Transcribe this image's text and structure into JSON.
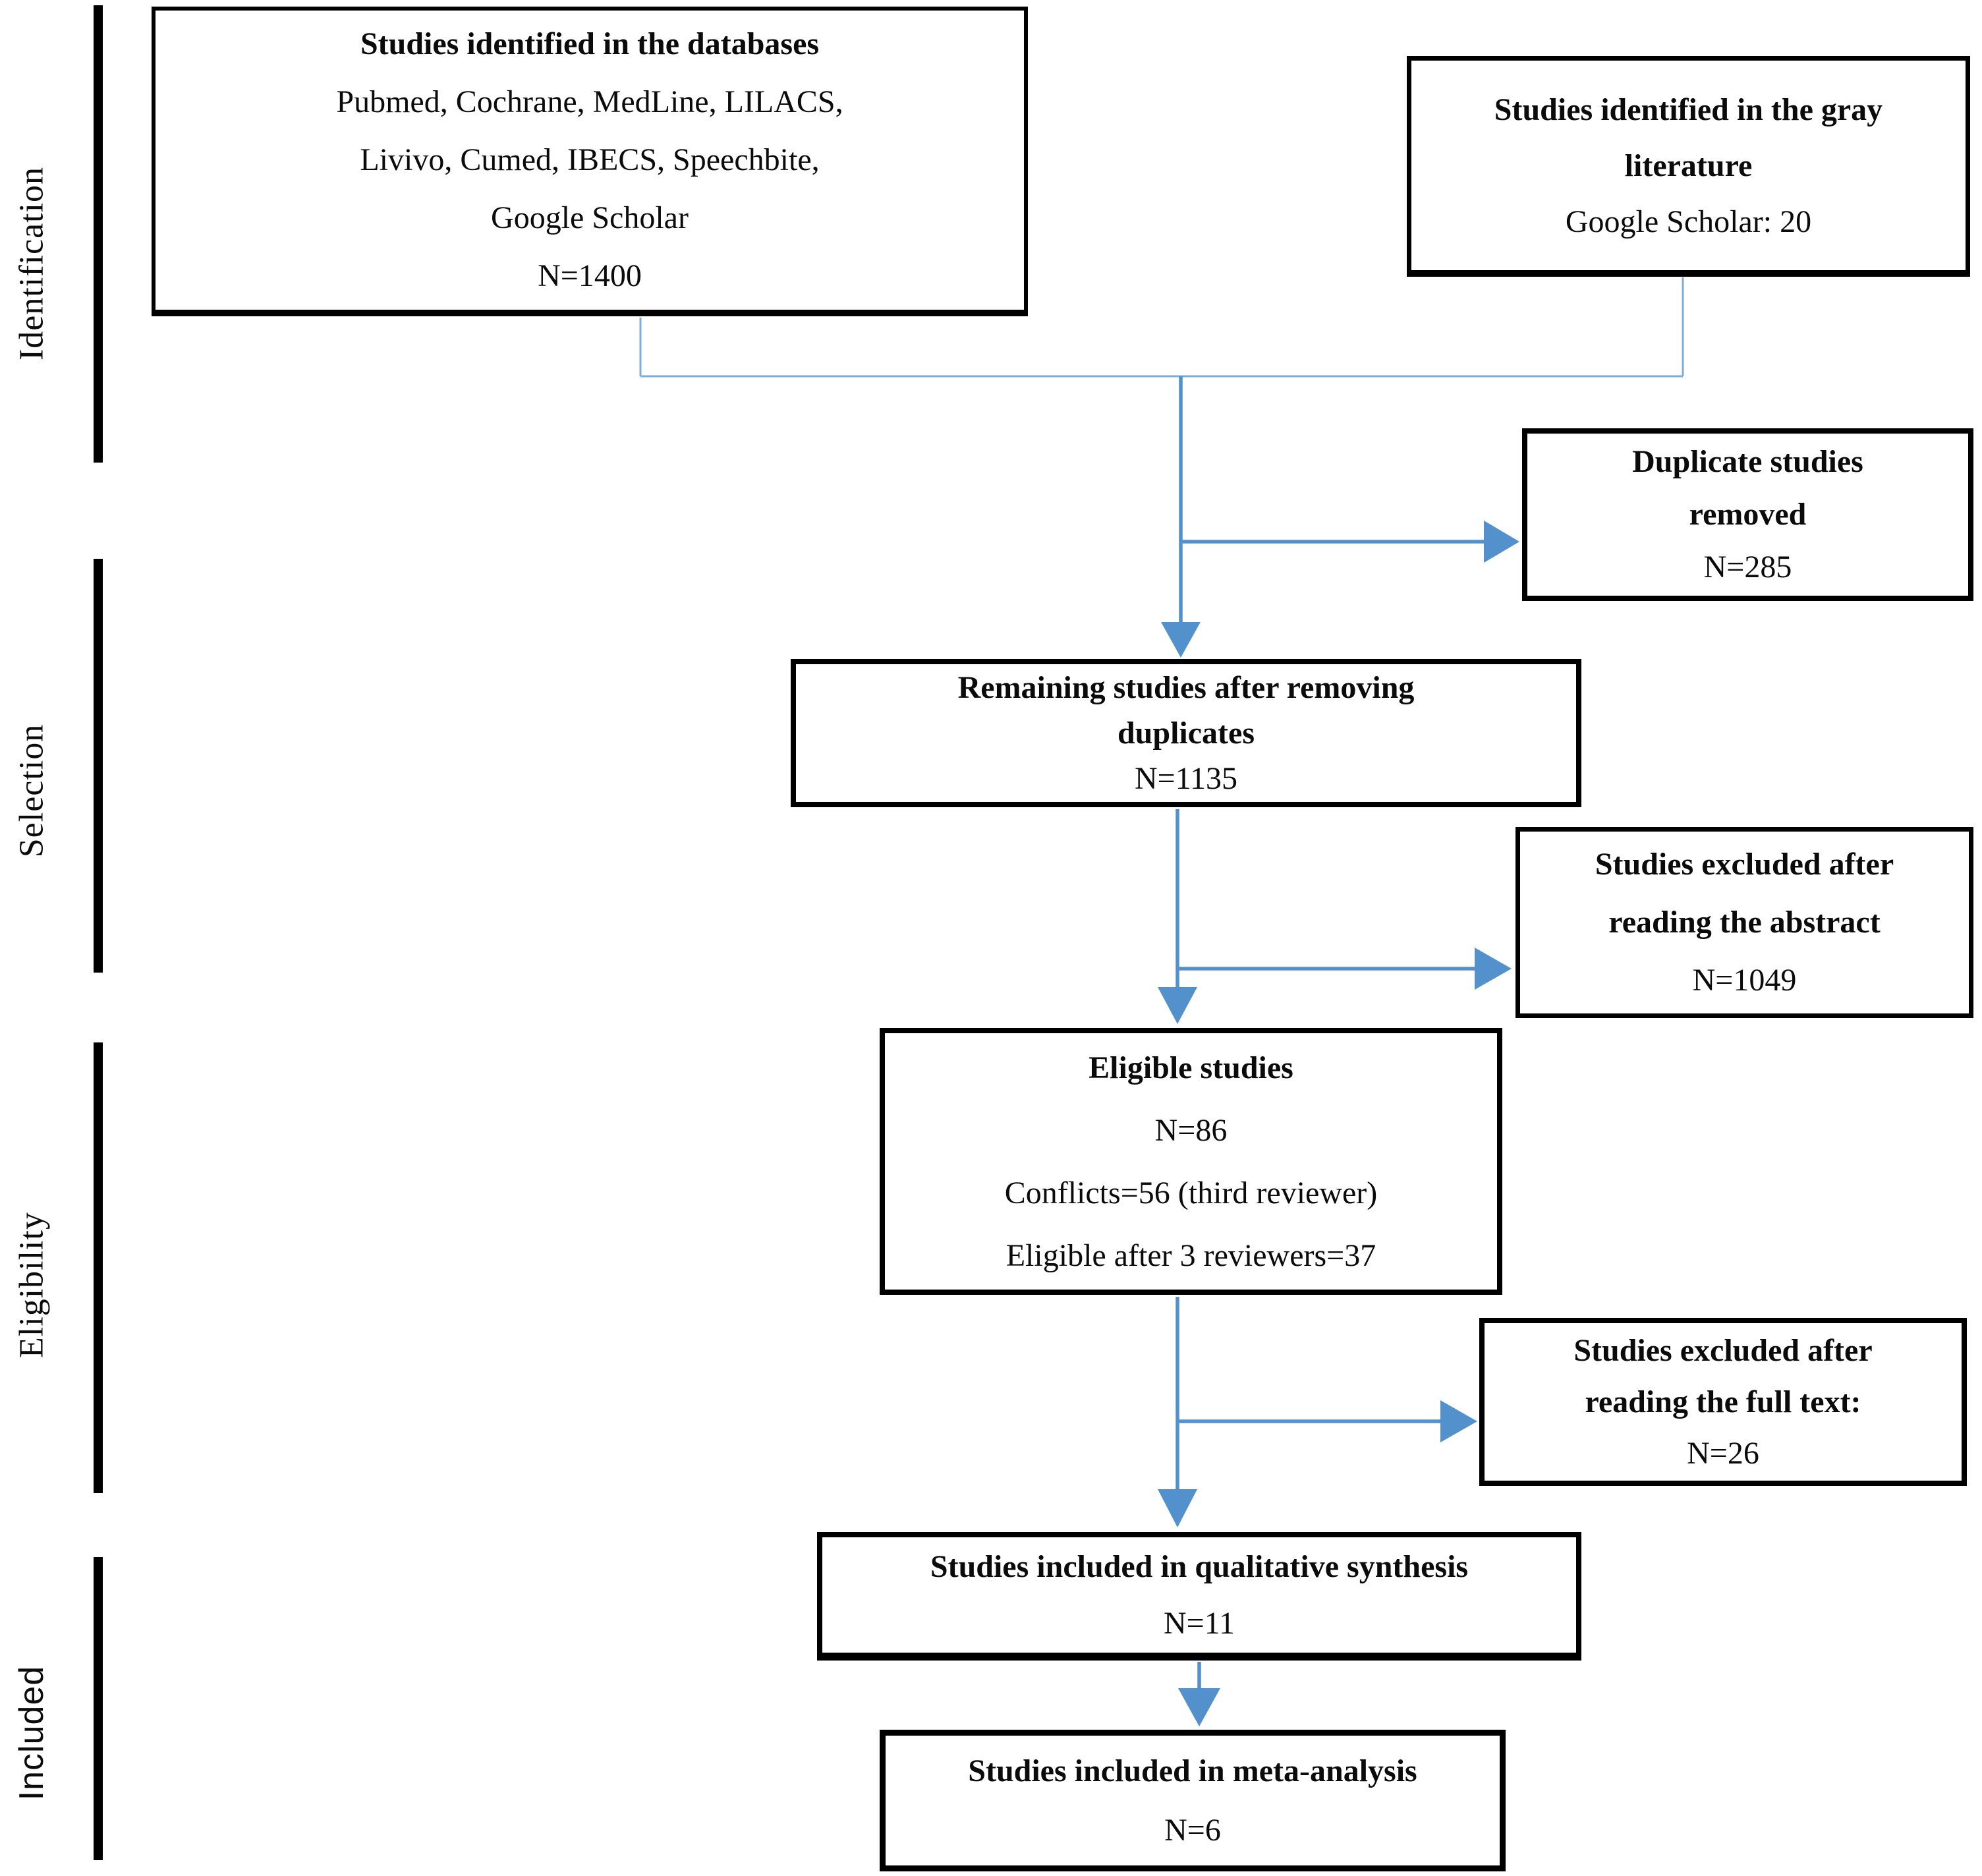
{
  "figure": {
    "type": "prisma-flow-diagram",
    "stages": [
      {
        "label": "Identification"
      },
      {
        "label": "Selection"
      },
      {
        "label": "Eligibility"
      },
      {
        "label": "Included"
      }
    ]
  },
  "boxes": {
    "databases": {
      "title_lines": [
        "Studies identified in the databases"
      ],
      "lines": [
        "Pubmed, Cochrane, MedLine, LILACS,",
        "Livivo, Cumed, IBECS, Speechbite,",
        "Google Scholar",
        "N=1400"
      ]
    },
    "gray_literature": {
      "title_lines": [
        "Studies identified in the gray",
        "literature"
      ],
      "lines": [
        "Google Scholar: 20"
      ]
    },
    "duplicates_removed": {
      "title_lines": [
        "Duplicate studies",
        "removed"
      ],
      "lines": [
        "N=285"
      ]
    },
    "remaining_after_duplicates": {
      "title_lines": [
        "Remaining studies after removing",
        "duplicates"
      ],
      "lines": [
        "N=1135"
      ]
    },
    "excluded_abstract": {
      "title_lines": [
        "Studies excluded after",
        "reading the abstract"
      ],
      "lines": [
        "N=1049"
      ]
    },
    "eligible": {
      "title_lines": [
        "Eligible studies"
      ],
      "lines": [
        "N=86",
        "Conflicts=56 (third reviewer)",
        "Eligible after 3 reviewers=37"
      ]
    },
    "excluded_fulltext": {
      "title_lines": [
        "Studies excluded after",
        "reading the full text:"
      ],
      "lines": [
        "N=26"
      ]
    },
    "qualitative_synthesis": {
      "title_lines": [
        "Studies included in qualitative synthesis"
      ],
      "lines": [
        "N=11"
      ]
    },
    "meta_analysis": {
      "title_lines": [
        "Studies included in meta-analysis"
      ],
      "lines": [
        "N=6"
      ]
    }
  },
  "colors": {
    "arrow_blue": "#5391cd",
    "connector_light_blue": "#7badde",
    "box_border": "#000000",
    "text": "#0b0b0b",
    "stage_bar": "#000000",
    "bg": "#ffffff"
  }
}
